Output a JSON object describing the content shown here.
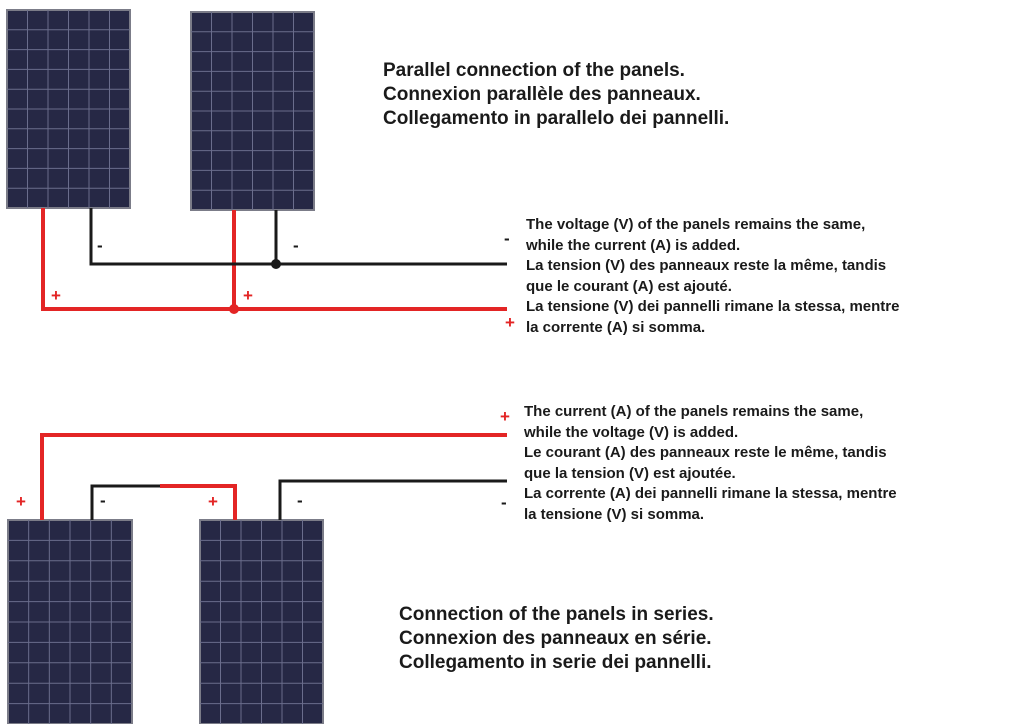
{
  "parallel": {
    "title": [
      "Parallel connection of the panels.",
      "Connexion parallèle des panneaux.",
      "Collegamento in parallelo dei pannelli."
    ],
    "description": [
      "The voltage (V) of the panels remains the same,",
      "while the current (A) is added.",
      "La tension (V) des panneaux reste la même, tandis",
      "que le courant (A) est ajouté.",
      "La tensione (V) dei pannelli rimane la stessa, mentre",
      "la corrente (A) si somma."
    ]
  },
  "series": {
    "title": [
      "Connection of the panels in series.",
      "Connexion des panneaux en série.",
      "Collegamento in serie dei pannelli."
    ],
    "description": [
      "The current (A) of the panels remains the same,",
      "while the voltage (V) is added.",
      "Le courant (A) des panneaux reste le même, tandis",
      "que la tension (V) est ajoutée.",
      "La corrente (A) dei pannelli rimane la stessa, mentre",
      "la tensione (V) si somma."
    ]
  },
  "symbols": {
    "plus": "+",
    "minus": "-"
  },
  "colors": {
    "positive_wire": "#e32525",
    "negative_wire": "#1a1a1a",
    "panel_cell": "#262845",
    "panel_frame": "#7b7c88",
    "panel_grid": "#6a6d8c"
  }
}
